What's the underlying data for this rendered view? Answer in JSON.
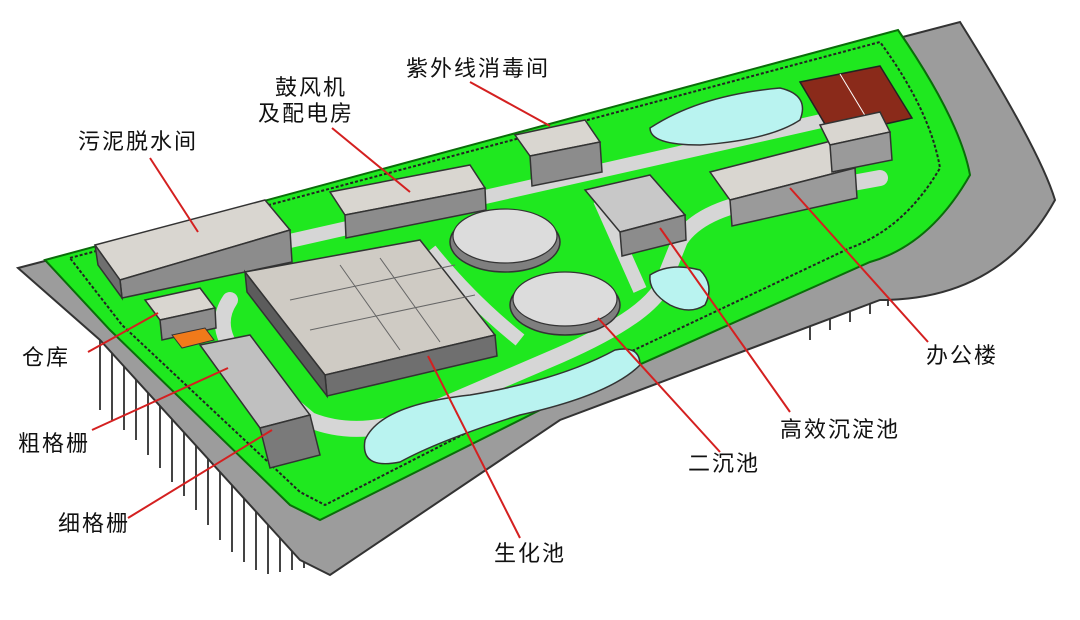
{
  "labels": {
    "sludge_dewatering": "污泥脱水间",
    "blower_room_l1": "鼓风机",
    "blower_room_l2": "及配电房",
    "uv_disinfection": "紫外线消毒间",
    "warehouse": "仓库",
    "coarse_screen": "粗格栅",
    "fine_screen": "细格栅",
    "biochemical_tank": "生化池",
    "secondary_clarifier": "二沉池",
    "high_efficiency_sedimentation": "高效沉淀池",
    "office_building": "办公楼"
  },
  "colors": {
    "grass": "#1fe81f",
    "road": "#d6d6d6",
    "water": "#b9f3f0",
    "soil": "#9a9a9a",
    "building_roof": "#d4cfc8",
    "building_wall": "#7f7f7f",
    "leader_line": "#d42020",
    "sports_court": "#8a2a1a",
    "orange_roof": "#f07a1a"
  },
  "icons": [
    "sports-court-icon",
    "tree-icon"
  ]
}
